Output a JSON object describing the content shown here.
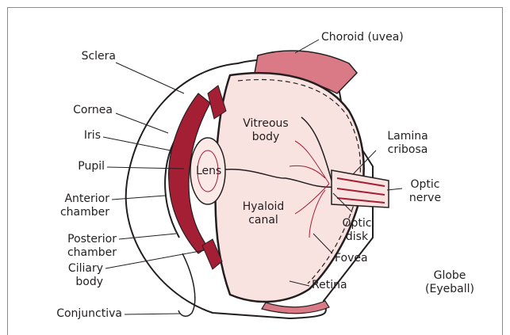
{
  "colors": {
    "tissue_red": "#a41e34",
    "muscle_pink": "#d97a86",
    "vitreous_fill": "#f8e3e1",
    "outline": "#231f20",
    "frame": "#8a8a8a"
  },
  "labels": {
    "sclera": "Sclera",
    "choroid": "Choroid (uvea)",
    "cornea": "Cornea",
    "iris": "Iris",
    "pupil": "Pupil",
    "lens": "Lens",
    "anterior_chamber": [
      "Anterior",
      "chamber"
    ],
    "posterior_chamber": [
      "Posterior",
      "chamber"
    ],
    "ciliary_body": [
      "Ciliary",
      "body"
    ],
    "conjunctiva": "Conjunctiva",
    "vitreous_body": [
      "Vitreous",
      "body"
    ],
    "hyaloid_canal": [
      "Hyaloid",
      "canal"
    ],
    "lamina_cribosa": [
      "Lamina",
      "cribosa"
    ],
    "optic_nerve": [
      "Optic",
      "nerve"
    ],
    "optic_disk": [
      "Optic",
      "disk"
    ],
    "fovea": "Fovea",
    "retina": "Retina",
    "globe": [
      "Globe",
      "(Eyeball)"
    ]
  }
}
